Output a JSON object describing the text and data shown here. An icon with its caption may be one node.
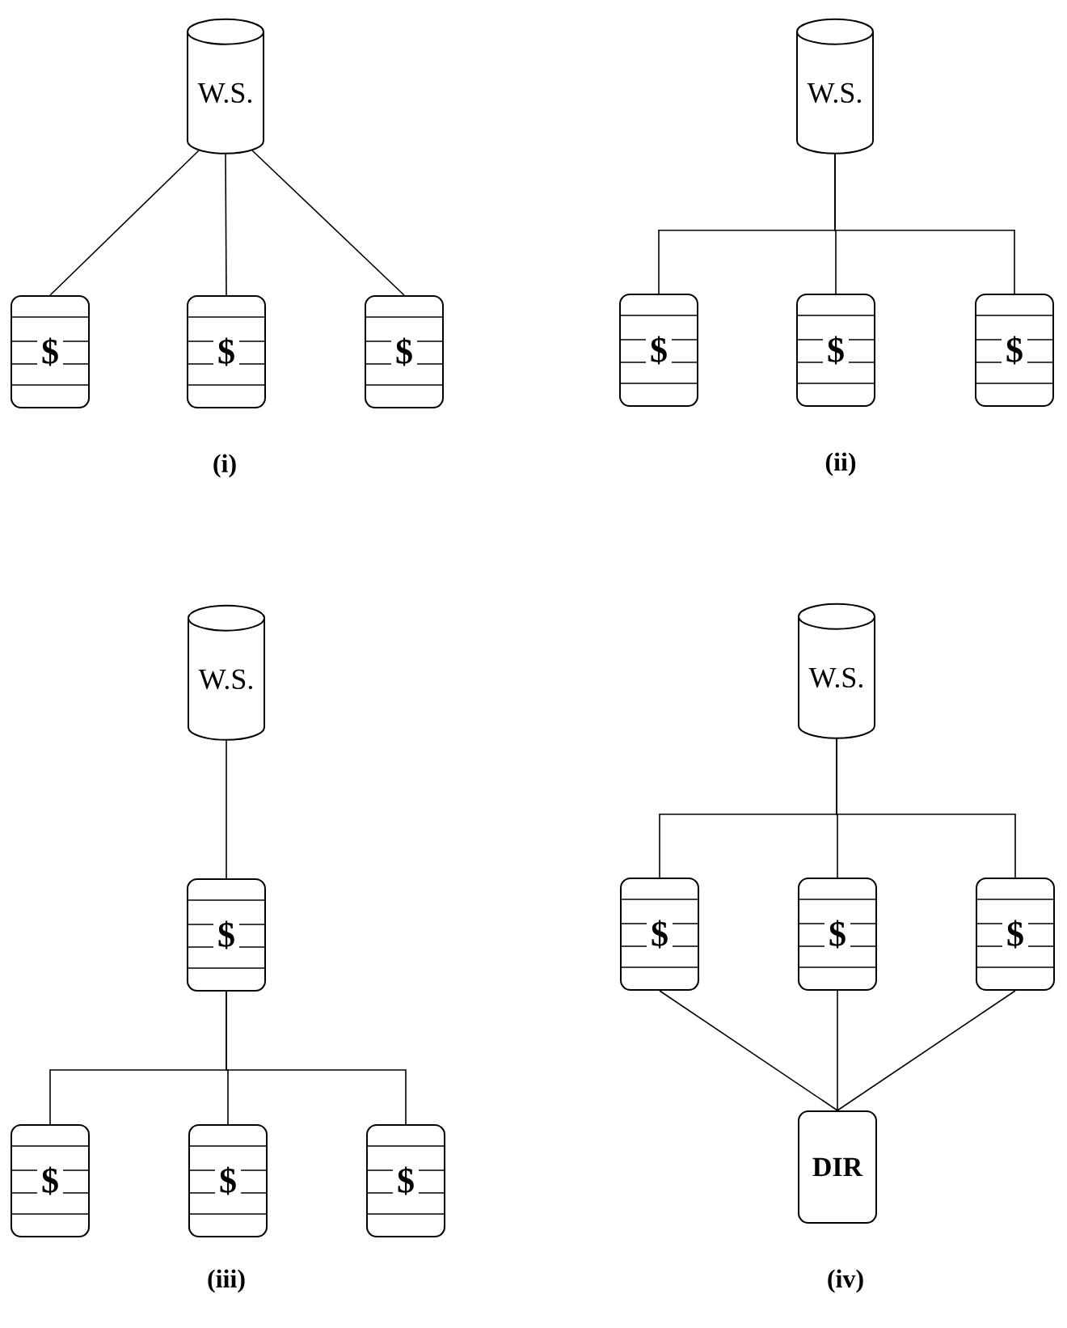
{
  "diagram": {
    "nodes": [
      {
        "text": [
          "W.S."
        ]
      },
      {
        "text": [
          "$"
        ]
      },
      {
        "text": [
          "$"
        ]
      },
      {
        "text": [
          "$"
        ]
      },
      {
        "text": [
          "W.S."
        ]
      },
      {
        "text": [
          "$"
        ]
      },
      {
        "text": [
          "$"
        ]
      },
      {
        "text": [
          "$"
        ]
      },
      {
        "text": [
          "W.S."
        ]
      },
      {
        "text": [
          "$"
        ]
      },
      {
        "text": [
          "$"
        ]
      },
      {
        "text": [
          "$"
        ]
      },
      {
        "text": [
          "$"
        ]
      },
      {
        "text": [
          "W.S."
        ]
      },
      {
        "text": [
          "$"
        ]
      },
      {
        "text": [
          "$"
        ]
      },
      {
        "text": [
          "$"
        ]
      },
      {
        "text": [
          "DIR"
        ]
      }
    ],
    "edges": [
      {
        "from": 0,
        "to": 1,
        "arrow": "none"
      },
      {
        "from": 0,
        "to": 2,
        "arrow": "none"
      },
      {
        "from": 0,
        "to": 3,
        "arrow": "none"
      },
      {
        "from": 4,
        "to": 5,
        "arrow": "none"
      },
      {
        "from": 4,
        "to": 6,
        "arrow": "none"
      },
      {
        "from": 4,
        "to": 7,
        "arrow": "none"
      },
      {
        "from": 8,
        "to": 9,
        "arrow": "none"
      },
      {
        "from": 9,
        "to": 10,
        "arrow": "none"
      },
      {
        "from": 9,
        "to": 11,
        "arrow": "none"
      },
      {
        "from": 9,
        "to": 12,
        "arrow": "none"
      },
      {
        "from": 13,
        "to": 14,
        "arrow": "none"
      },
      {
        "from": 13,
        "to": 15,
        "arrow": "none"
      },
      {
        "from": 13,
        "to": 16,
        "arrow": "none"
      },
      {
        "from": 14,
        "to": 17,
        "arrow": "none"
      },
      {
        "from": 15,
        "to": 17,
        "arrow": "none"
      },
      {
        "from": 16,
        "to": 17,
        "arrow": "none"
      }
    ],
    "labels": [
      "(i)",
      "(ii)",
      "(iii)",
      "(iv)"
    ]
  }
}
